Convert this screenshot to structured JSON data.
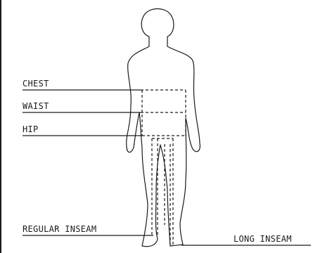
{
  "labels": {
    "chest": "CHEST",
    "waist": "WAIST",
    "hip": "HIP",
    "regular_inseam": "REGULAR INSEAM",
    "long_inseam": "LONG INSEAM"
  },
  "colors": {
    "ink": "#1a1a1a",
    "background": "#ffffff"
  }
}
